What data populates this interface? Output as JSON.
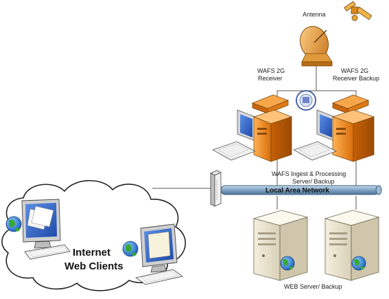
{
  "labels": {
    "antenna": "Antenna",
    "receiver_line1": "WAFS 2G",
    "receiver_line2": "Receiver",
    "receiver_backup_line1": "WAFS 2G",
    "receiver_backup_line2": "Receiver Backup",
    "ingest_line1": "WAFS Ingest & Processing",
    "ingest_line2": "Server/ Backup",
    "lan": "Local Area Network",
    "web_server": "WEB Server/ Backup",
    "internet_line1": "Internet",
    "internet_line2": "Web Clients"
  },
  "colors": {
    "lan_bar": "#7fa3c4",
    "server_orange": "#f08c1e",
    "monitor_screen": "#3a6cc8",
    "cloud_fill": "#ffffff"
  }
}
